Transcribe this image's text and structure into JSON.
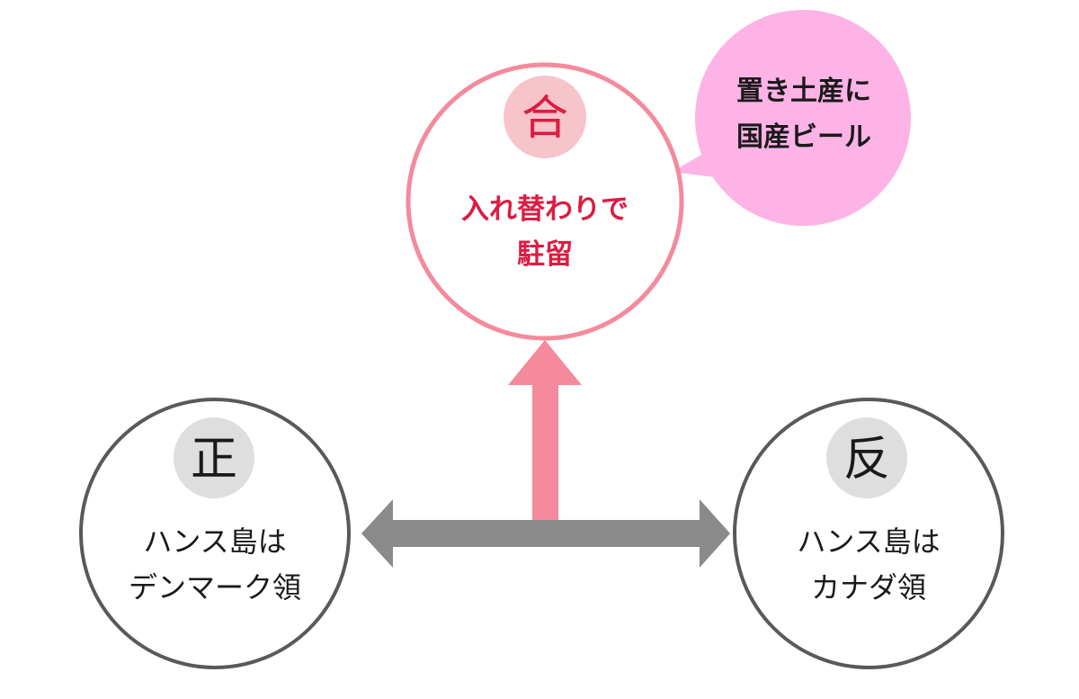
{
  "colors": {
    "synthesis": "#f48a9c",
    "synthesis_text": "#dc1c42",
    "synthesis_badge": "#f6c4c9",
    "neutral_ring": "#595959",
    "neutral_badge": "#dedede",
    "neutral_arrow": "#8a8a8a",
    "bubble": "#fdb3e6",
    "text": "#1a1a1a"
  },
  "thesis": {
    "symbol": "正",
    "lines": [
      "ハンス島は",
      "デンマーク領"
    ]
  },
  "antithesis": {
    "symbol": "反",
    "lines": [
      "ハンス島は",
      "カナダ領"
    ]
  },
  "synthesis": {
    "symbol": "合",
    "lines": [
      "入れ替わりで",
      "駐留"
    ]
  },
  "callout": {
    "lines": [
      "置き土産に",
      "国産ビール"
    ]
  }
}
